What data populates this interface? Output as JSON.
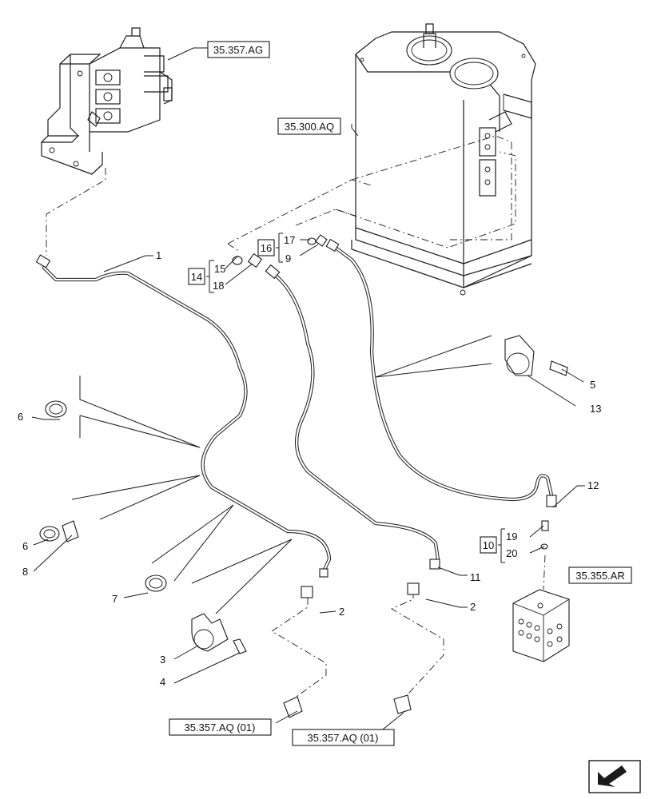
{
  "references": {
    "valve_top": "35.357.AG",
    "tank": "35.300.AQ",
    "block_right": "35.355.AR",
    "left_bottom": "35.357.AQ (01)",
    "mid_bottom": "35.357.AQ (01)"
  },
  "parts": {
    "p1": "1",
    "p2a": "2",
    "p2b": "2",
    "p3": "3",
    "p4": "4",
    "p5": "5",
    "p6a": "6",
    "p6b": "6",
    "p7": "7",
    "p8": "8",
    "p9": "9",
    "p11": "11",
    "p12": "12",
    "p13": "13",
    "p15": "15",
    "p17": "17",
    "p18": "18",
    "p19": "19",
    "p20": "20"
  },
  "kits": {
    "k14": "14",
    "k16": "16",
    "k10": "10"
  },
  "icons": {
    "nav": "next-page-arrow-icon"
  }
}
